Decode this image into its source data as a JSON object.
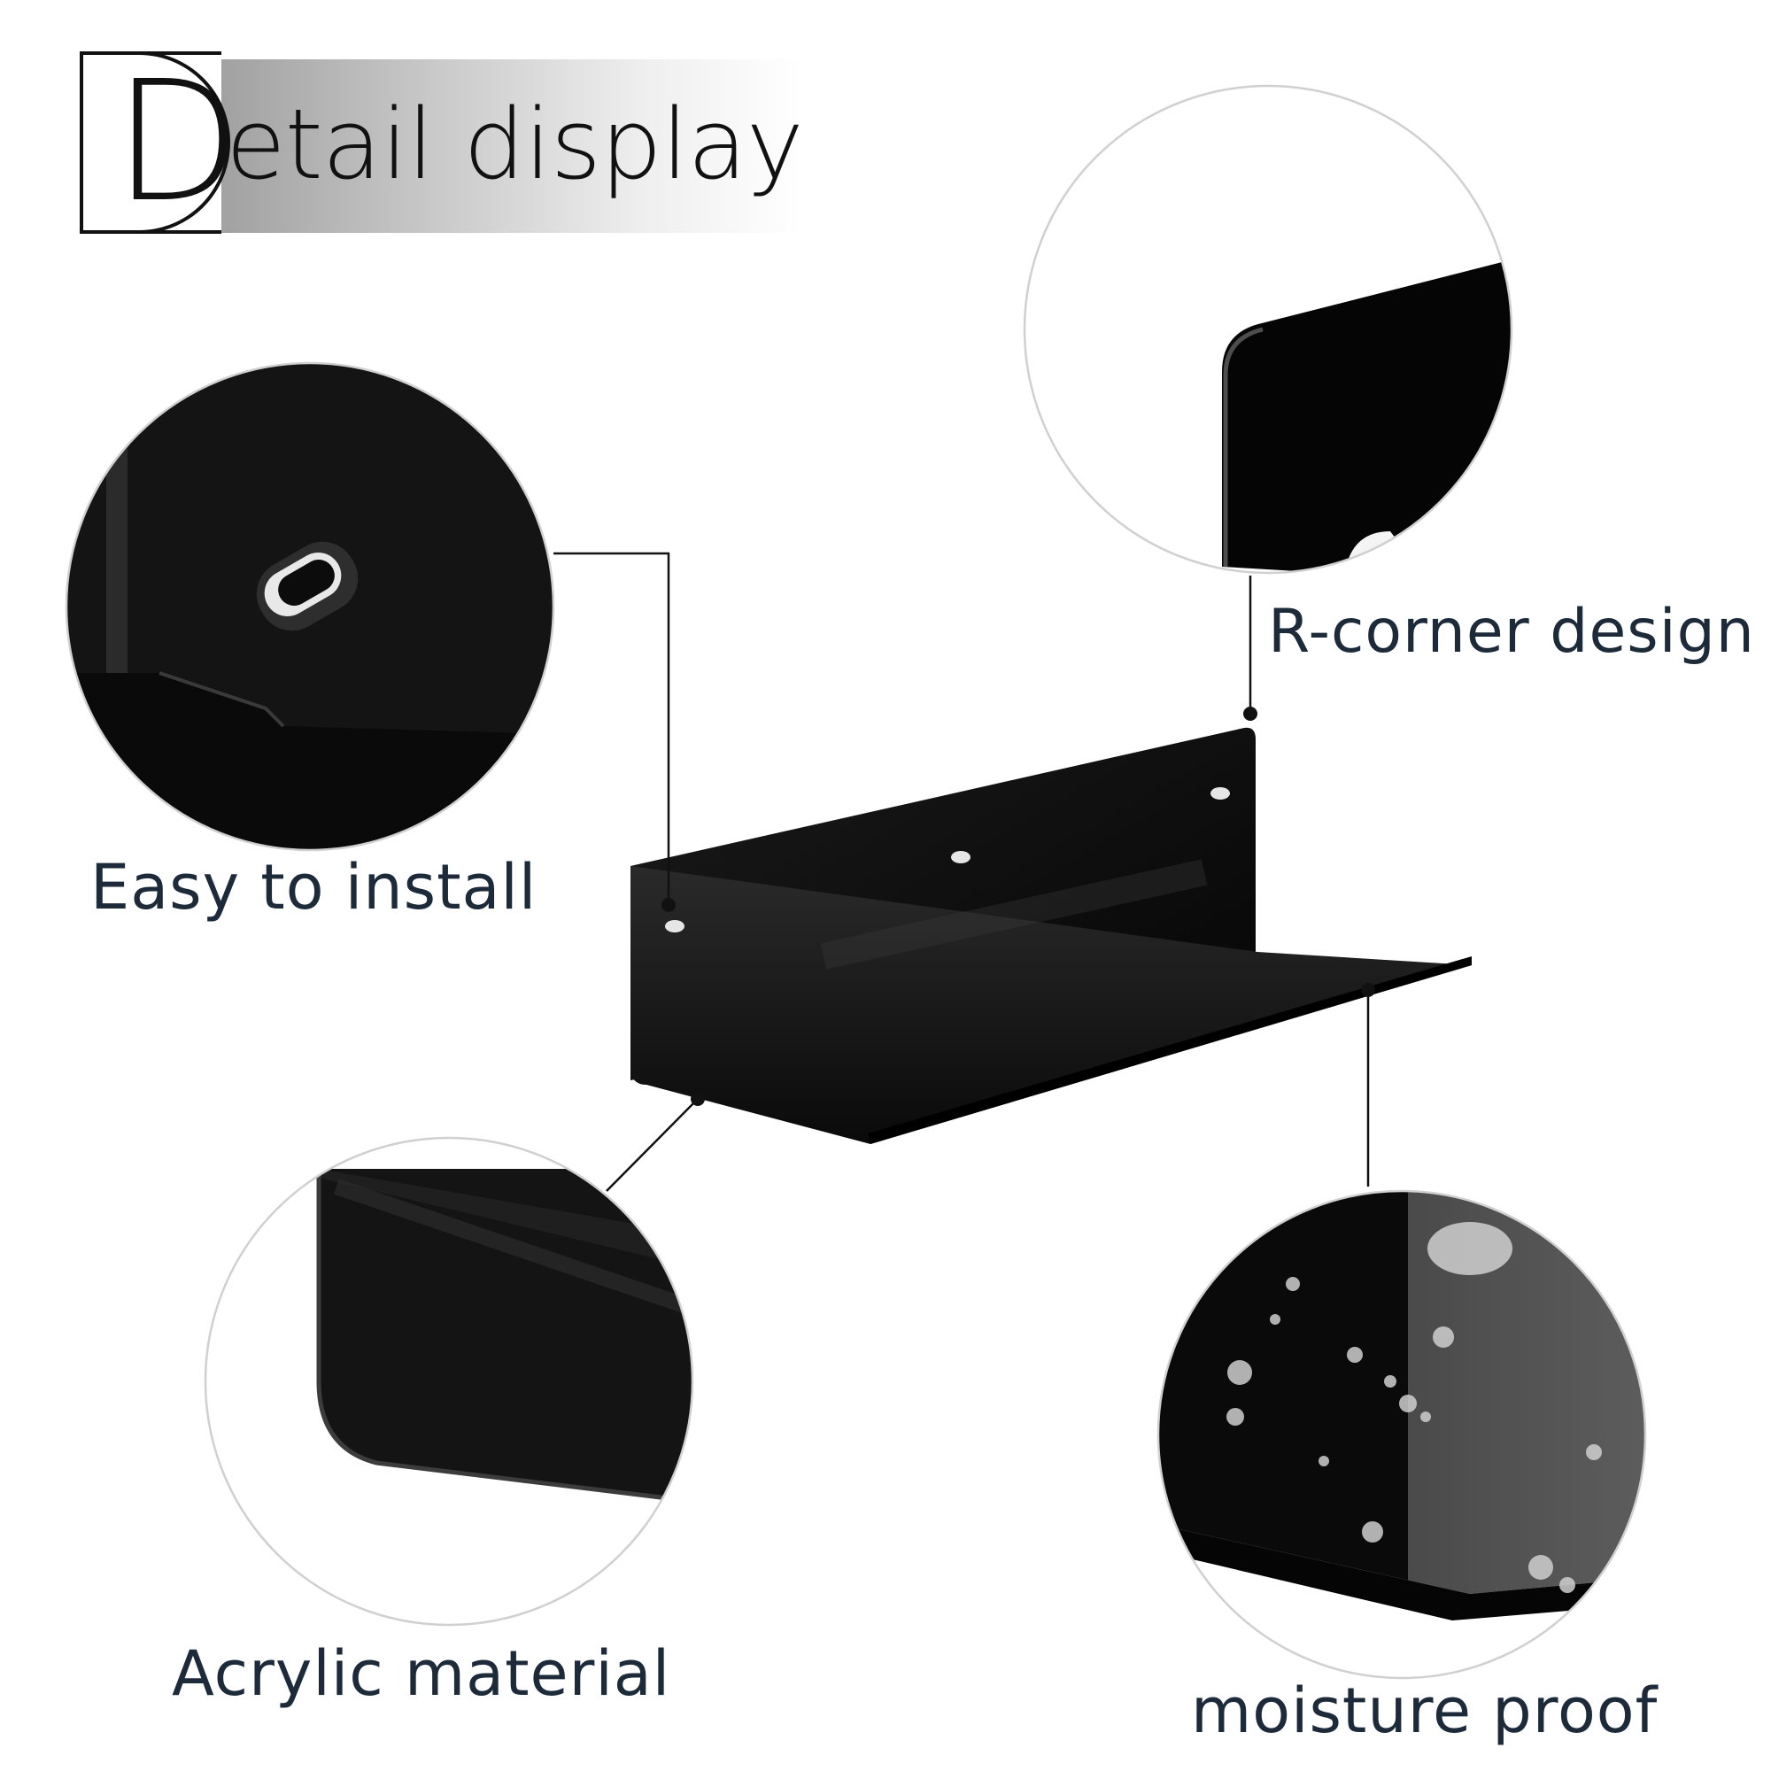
{
  "header": {
    "initial": "D",
    "rest": "etail display"
  },
  "features": {
    "easy_install": "Easy to install",
    "r_corner": "R-corner design",
    "acrylic": "Acrylic material",
    "moisture": "moisture proof"
  },
  "colors": {
    "shelf": "#0b0b0b",
    "caption_text": "#1c2a3a",
    "circle_border": "#d0d0d0",
    "leader_line": "#111111"
  },
  "icons": {
    "product": "black-acrylic-floating-shelf",
    "detail_1": "mounting-hole-closeup",
    "detail_2": "rounded-corner-closeup",
    "detail_3": "edge-closeup",
    "detail_4": "water-droplets-closeup"
  }
}
